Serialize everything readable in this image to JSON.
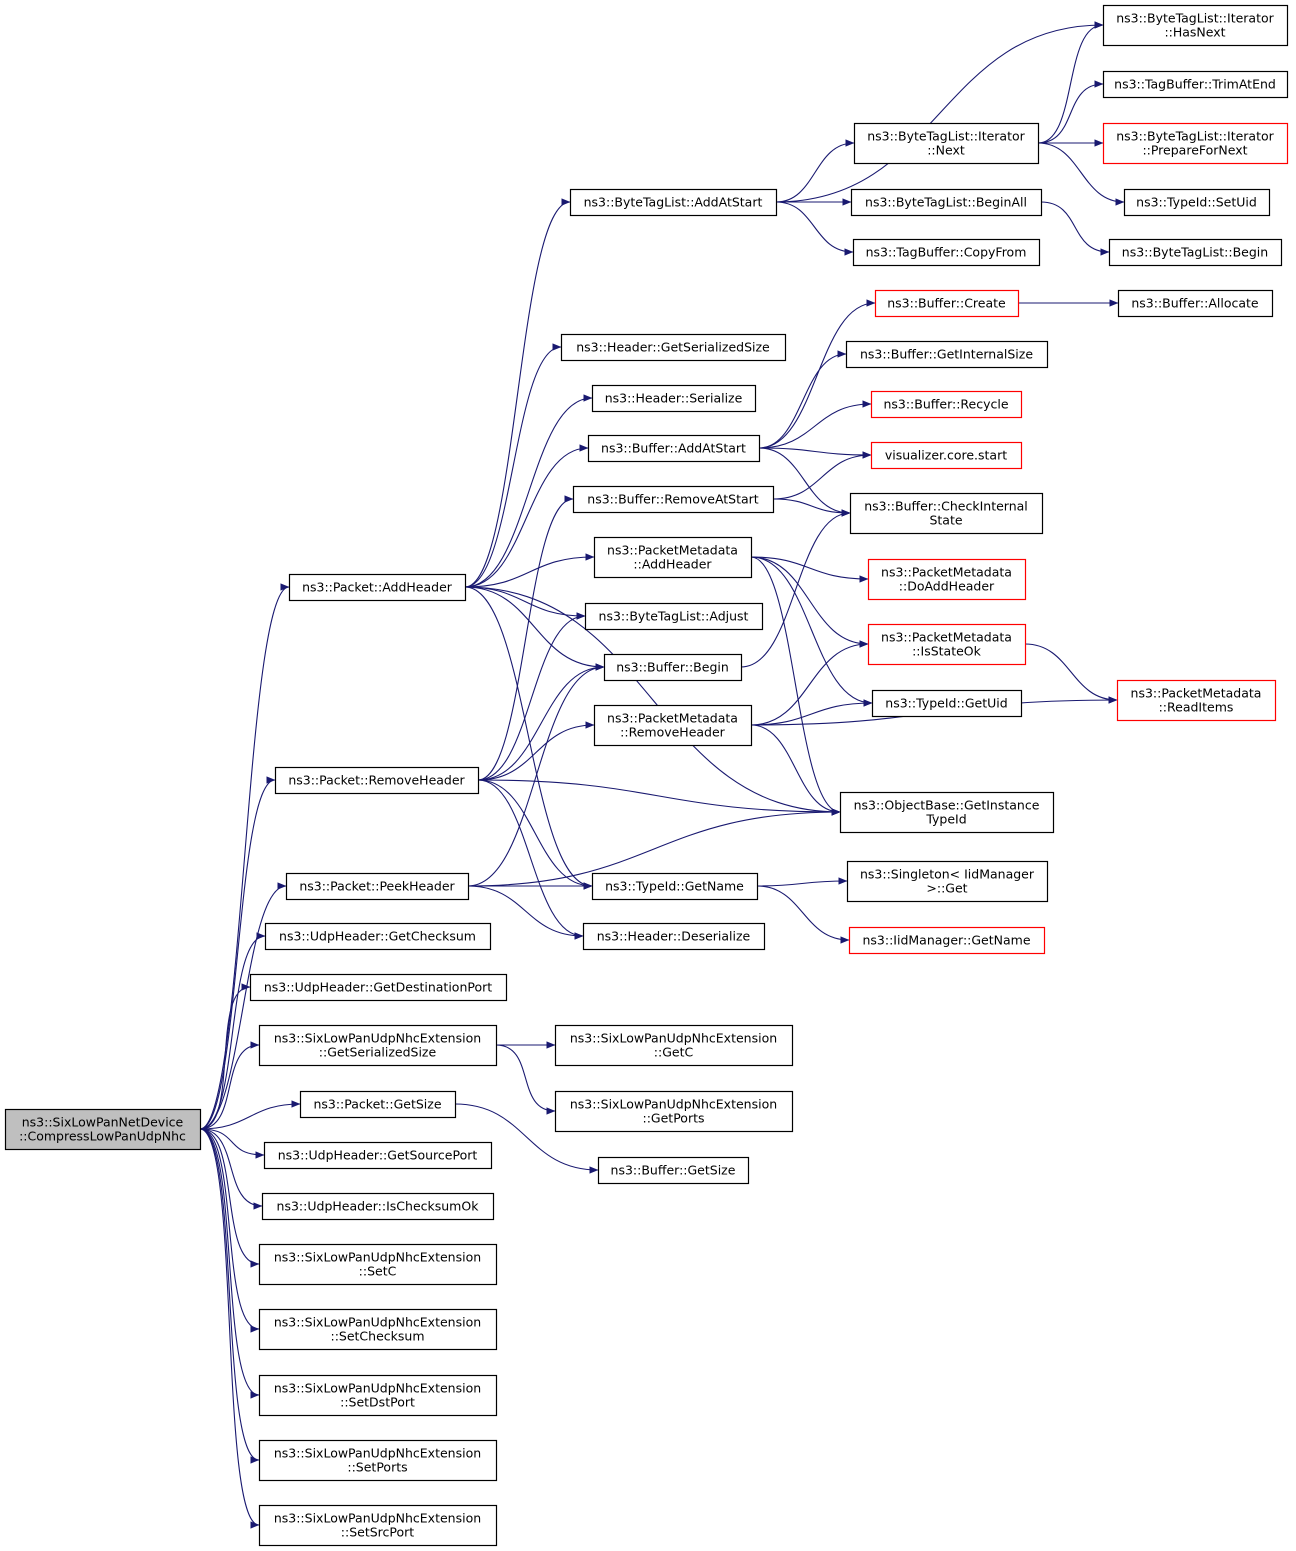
{
  "colors": {
    "edge": "#191970",
    "node_border": "#000000",
    "truncated_node_border": "#ff0000",
    "root_fill": "#bfbfbf",
    "node_fill": "#ffffff"
  },
  "nodes": [
    {
      "id": "root",
      "lines": [
        "ns3::SixLowPanNetDevice",
        "::CompressLowPanUdpNhc"
      ],
      "root": true
    },
    {
      "id": "addheader",
      "lines": [
        "ns3::Packet::AddHeader"
      ]
    },
    {
      "id": "removeheader",
      "lines": [
        "ns3::Packet::RemoveHeader"
      ]
    },
    {
      "id": "peekheader",
      "lines": [
        "ns3::Packet::PeekHeader"
      ]
    },
    {
      "id": "udp_getchecksum",
      "lines": [
        "ns3::UdpHeader::GetChecksum"
      ]
    },
    {
      "id": "udp_getdstport",
      "lines": [
        "ns3::UdpHeader::GetDestinationPort"
      ]
    },
    {
      "id": "ext_getsersize",
      "lines": [
        "ns3::SixLowPanUdpNhcExtension",
        "::GetSerializedSize"
      ]
    },
    {
      "id": "packet_getsize",
      "lines": [
        "ns3::Packet::GetSize"
      ]
    },
    {
      "id": "udp_getsrcport",
      "lines": [
        "ns3::UdpHeader::GetSourcePort"
      ]
    },
    {
      "id": "udp_ischecksumok",
      "lines": [
        "ns3::UdpHeader::IsChecksumOk"
      ]
    },
    {
      "id": "ext_setc",
      "lines": [
        "ns3::SixLowPanUdpNhcExtension",
        "::SetC"
      ]
    },
    {
      "id": "ext_setchecksum",
      "lines": [
        "ns3::SixLowPanUdpNhcExtension",
        "::SetChecksum"
      ]
    },
    {
      "id": "ext_setdstport",
      "lines": [
        "ns3::SixLowPanUdpNhcExtension",
        "::SetDstPort"
      ]
    },
    {
      "id": "ext_setports",
      "lines": [
        "ns3::SixLowPanUdpNhcExtension",
        "::SetPorts"
      ]
    },
    {
      "id": "ext_setsrcport",
      "lines": [
        "ns3::SixLowPanUdpNhcExtension",
        "::SetSrcPort"
      ]
    },
    {
      "id": "btl_addatstart",
      "lines": [
        "ns3::ByteTagList::AddAtStart"
      ]
    },
    {
      "id": "hdr_getsersize",
      "lines": [
        "ns3::Header::GetSerializedSize"
      ]
    },
    {
      "id": "hdr_serialize",
      "lines": [
        "ns3::Header::Serialize"
      ]
    },
    {
      "id": "buf_addatstart",
      "lines": [
        "ns3::Buffer::AddAtStart"
      ]
    },
    {
      "id": "buf_removeatstart",
      "lines": [
        "ns3::Buffer::RemoveAtStart"
      ]
    },
    {
      "id": "pm_addheader",
      "lines": [
        "ns3::PacketMetadata",
        "::AddHeader"
      ]
    },
    {
      "id": "btl_adjust",
      "lines": [
        "ns3::ByteTagList::Adjust"
      ]
    },
    {
      "id": "buf_begin",
      "lines": [
        "ns3::Buffer::Begin"
      ]
    },
    {
      "id": "pm_removeheader",
      "lines": [
        "ns3::PacketMetadata",
        "::RemoveHeader"
      ]
    },
    {
      "id": "typeid_getname",
      "lines": [
        "ns3::TypeId::GetName"
      ]
    },
    {
      "id": "hdr_deserialize",
      "lines": [
        "ns3::Header::Deserialize"
      ]
    },
    {
      "id": "ext_getc",
      "lines": [
        "ns3::SixLowPanUdpNhcExtension",
        "::GetC"
      ]
    },
    {
      "id": "ext_getports",
      "lines": [
        "ns3::SixLowPanUdpNhcExtension",
        "::GetPorts"
      ]
    },
    {
      "id": "buf_getsize",
      "lines": [
        "ns3::Buffer::GetSize"
      ]
    },
    {
      "id": "iter_next",
      "lines": [
        "ns3::ByteTagList::Iterator",
        "::Next"
      ]
    },
    {
      "id": "btl_beginall",
      "lines": [
        "ns3::ByteTagList::BeginAll"
      ]
    },
    {
      "id": "tb_copyfrom",
      "lines": [
        "ns3::TagBuffer::CopyFrom"
      ]
    },
    {
      "id": "buf_create",
      "lines": [
        "ns3::Buffer::Create"
      ],
      "truncated": true
    },
    {
      "id": "buf_getinternalsize",
      "lines": [
        "ns3::Buffer::GetInternalSize"
      ]
    },
    {
      "id": "buf_recycle",
      "lines": [
        "ns3::Buffer::Recycle"
      ],
      "truncated": true
    },
    {
      "id": "viz_start",
      "lines": [
        "visualizer.core.start"
      ],
      "truncated": true
    },
    {
      "id": "buf_checkinternal",
      "lines": [
        "ns3::Buffer::CheckInternal",
        "State"
      ]
    },
    {
      "id": "pm_doaddheader",
      "lines": [
        "ns3::PacketMetadata",
        "::DoAddHeader"
      ],
      "truncated": true
    },
    {
      "id": "pm_isstateok",
      "lines": [
        "ns3::PacketMetadata",
        "::IsStateOk"
      ],
      "truncated": true
    },
    {
      "id": "typeid_getuid",
      "lines": [
        "ns3::TypeId::GetUid"
      ]
    },
    {
      "id": "ob_getinstancetypeid",
      "lines": [
        "ns3::ObjectBase::GetInstance",
        "TypeId"
      ]
    },
    {
      "id": "singleton_get",
      "lines": [
        "ns3::Singleton< IidManager",
        ">::Get"
      ]
    },
    {
      "id": "iid_getname",
      "lines": [
        "ns3::IidManager::GetName"
      ],
      "truncated": true
    },
    {
      "id": "iter_hasnext",
      "lines": [
        "ns3::ByteTagList::Iterator",
        "::HasNext"
      ]
    },
    {
      "id": "tb_trimatend",
      "lines": [
        "ns3::TagBuffer::TrimAtEnd"
      ]
    },
    {
      "id": "iter_preparefornext",
      "lines": [
        "ns3::ByteTagList::Iterator",
        "::PrepareForNext"
      ],
      "truncated": true
    },
    {
      "id": "typeid_setuid",
      "lines": [
        "ns3::TypeId::SetUid"
      ]
    },
    {
      "id": "btl_begin",
      "lines": [
        "ns3::ByteTagList::Begin"
      ]
    },
    {
      "id": "buf_allocate",
      "lines": [
        "ns3::Buffer::Allocate"
      ]
    },
    {
      "id": "pm_readitems",
      "lines": [
        "ns3::PacketMetadata",
        "::ReadItems"
      ],
      "truncated": true
    }
  ],
  "edges": [
    [
      "root",
      "addheader"
    ],
    [
      "root",
      "removeheader"
    ],
    [
      "root",
      "peekheader"
    ],
    [
      "root",
      "udp_getchecksum"
    ],
    [
      "root",
      "udp_getdstport"
    ],
    [
      "root",
      "ext_getsersize"
    ],
    [
      "root",
      "packet_getsize"
    ],
    [
      "root",
      "udp_getsrcport"
    ],
    [
      "root",
      "udp_ischecksumok"
    ],
    [
      "root",
      "ext_setc"
    ],
    [
      "root",
      "ext_setchecksum"
    ],
    [
      "root",
      "ext_setdstport"
    ],
    [
      "root",
      "ext_setports"
    ],
    [
      "root",
      "ext_setsrcport"
    ],
    [
      "addheader",
      "btl_addatstart"
    ],
    [
      "addheader",
      "hdr_getsersize"
    ],
    [
      "addheader",
      "hdr_serialize"
    ],
    [
      "addheader",
      "buf_addatstart"
    ],
    [
      "addheader",
      "pm_addheader"
    ],
    [
      "addheader",
      "btl_adjust"
    ],
    [
      "addheader",
      "buf_begin"
    ],
    [
      "addheader",
      "typeid_getname"
    ],
    [
      "addheader",
      "ob_getinstancetypeid"
    ],
    [
      "removeheader",
      "buf_removeatstart"
    ],
    [
      "removeheader",
      "btl_adjust"
    ],
    [
      "removeheader",
      "buf_begin"
    ],
    [
      "removeheader",
      "pm_removeheader"
    ],
    [
      "removeheader",
      "typeid_getname"
    ],
    [
      "removeheader",
      "hdr_deserialize"
    ],
    [
      "removeheader",
      "ob_getinstancetypeid"
    ],
    [
      "peekheader",
      "buf_begin"
    ],
    [
      "peekheader",
      "typeid_getname"
    ],
    [
      "peekheader",
      "hdr_deserialize"
    ],
    [
      "peekheader",
      "ob_getinstancetypeid"
    ],
    [
      "ext_getsersize",
      "ext_getc"
    ],
    [
      "ext_getsersize",
      "ext_getports"
    ],
    [
      "packet_getsize",
      "buf_getsize"
    ],
    [
      "btl_addatstart",
      "iter_hasnext"
    ],
    [
      "btl_addatstart",
      "iter_next"
    ],
    [
      "btl_addatstart",
      "btl_beginall"
    ],
    [
      "btl_addatstart",
      "tb_copyfrom"
    ],
    [
      "iter_next",
      "iter_hasnext"
    ],
    [
      "iter_next",
      "tb_trimatend"
    ],
    [
      "iter_next",
      "iter_preparefornext"
    ],
    [
      "iter_next",
      "typeid_setuid"
    ],
    [
      "btl_beginall",
      "btl_begin"
    ],
    [
      "buf_addatstart",
      "buf_create"
    ],
    [
      "buf_addatstart",
      "buf_getinternalsize"
    ],
    [
      "buf_addatstart",
      "buf_recycle"
    ],
    [
      "buf_addatstart",
      "viz_start"
    ],
    [
      "buf_addatstart",
      "buf_checkinternal"
    ],
    [
      "buf_create",
      "buf_allocate"
    ],
    [
      "buf_removeatstart",
      "viz_start"
    ],
    [
      "buf_removeatstart",
      "buf_checkinternal"
    ],
    [
      "pm_addheader",
      "pm_doaddheader"
    ],
    [
      "pm_addheader",
      "pm_isstateok"
    ],
    [
      "pm_addheader",
      "typeid_getuid"
    ],
    [
      "pm_addheader",
      "ob_getinstancetypeid"
    ],
    [
      "pm_isstateok",
      "pm_readitems"
    ],
    [
      "buf_begin",
      "buf_checkinternal"
    ],
    [
      "pm_removeheader",
      "pm_isstateok"
    ],
    [
      "pm_removeheader",
      "typeid_getuid"
    ],
    [
      "pm_removeheader",
      "pm_readitems"
    ],
    [
      "pm_removeheader",
      "ob_getinstancetypeid"
    ],
    [
      "typeid_getname",
      "singleton_get"
    ],
    [
      "typeid_getname",
      "iid_getname"
    ]
  ]
}
